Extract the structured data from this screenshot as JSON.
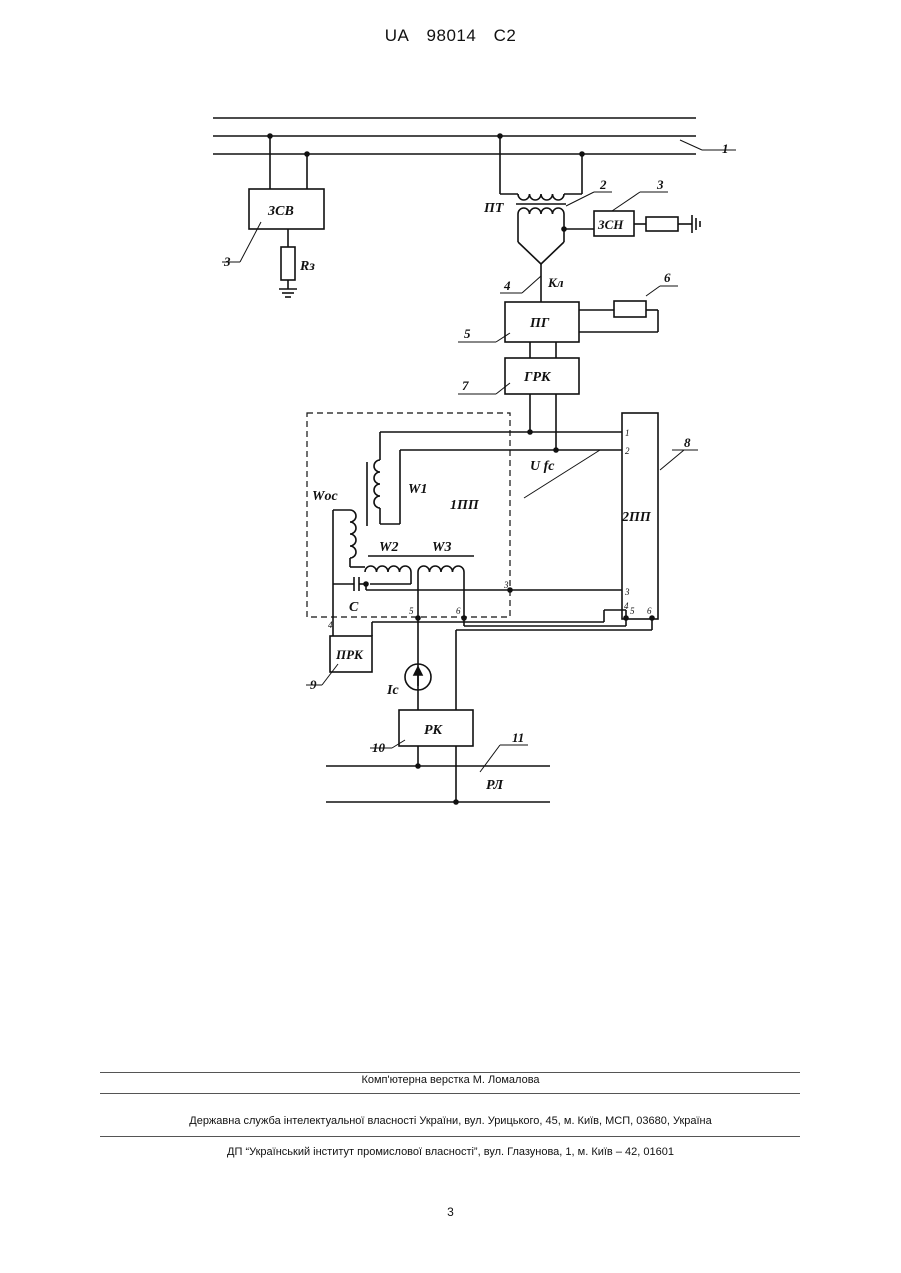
{
  "header": {
    "country": "UA",
    "number": "98014",
    "kind": "C2"
  },
  "diagram": {
    "labels": {
      "zsv": "ЗСВ",
      "rz": "Rз",
      "pt": "ПТ",
      "zsn": "ЗСН",
      "kl": "Кл",
      "pg": "ПГ",
      "grk": "ГРК",
      "ufc": "U fc",
      "w1": "W1",
      "woc": "Wос",
      "w2": "W2",
      "w3": "W3",
      "c": "C",
      "pp1": "1ПП",
      "pp2": "2ПП",
      "prk": "ПРК",
      "ic": "Iс",
      "rk": "РК",
      "rl": "РЛ"
    },
    "numbers": {
      "n1": "1",
      "n2": "2",
      "n3a": "3",
      "n3b": "3",
      "n4": "4",
      "n5": "5",
      "n6": "6",
      "n7": "7",
      "n8": "8",
      "n9": "9",
      "n10": "10",
      "n11": "11"
    },
    "pins": {
      "p1": "1",
      "p2": "2",
      "p3a": "3",
      "p3b": "3",
      "p4a": "4",
      "p4b": "4",
      "p5a": "5",
      "p5b": "5",
      "p6a": "6",
      "p6b": "6"
    }
  },
  "footer": {
    "line1": "Комп'ютерна верстка М. Ломалова",
    "line2": "Державна служба інтелектуальної власності України, вул. Урицького, 45, м. Київ, МСП, 03680, Україна",
    "line3": "ДП “Український інститут промислової власності”, вул. Глазунова, 1, м. Київ – 42, 01601"
  },
  "page_number": "3"
}
